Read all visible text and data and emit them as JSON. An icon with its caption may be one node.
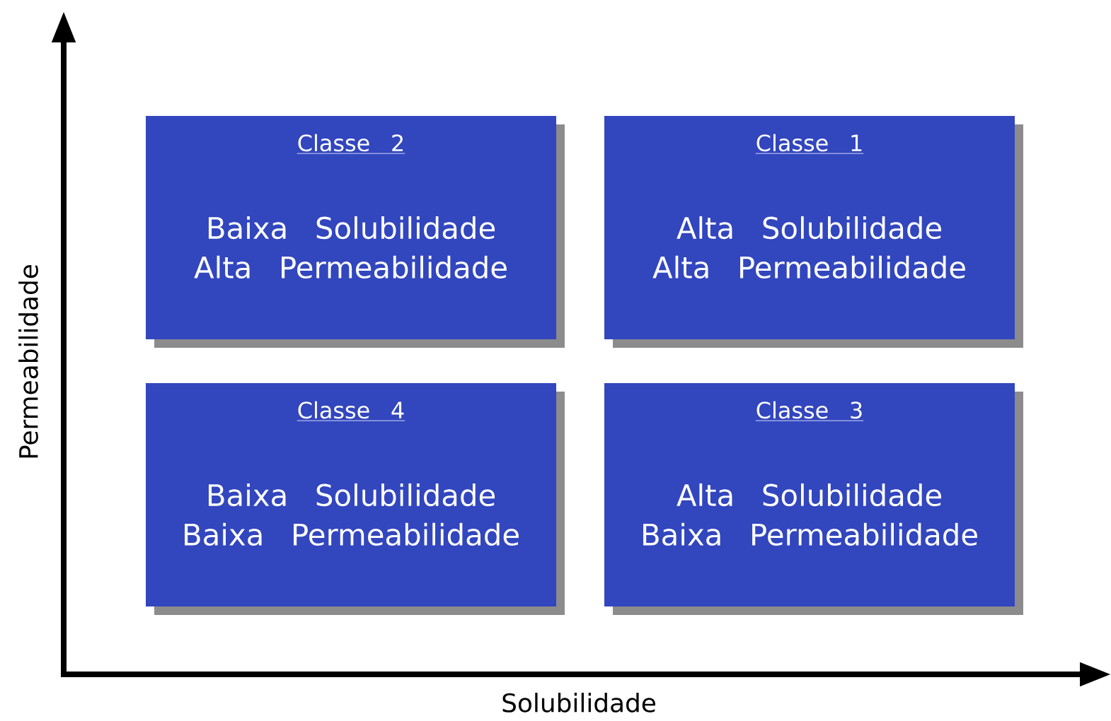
{
  "diagram": {
    "nodes": [
      {
        "text": [
          "Classe 2",
          "Baixa Solubilidade Alta Permeabilidade"
        ]
      },
      {
        "text": [
          "Classe 1",
          "Alta Solubilidade Alta Permeabilidade"
        ]
      },
      {
        "text": [
          "Classe 4",
          "Baixa Solubilidade Baixa Permeabilidade"
        ]
      },
      {
        "text": [
          "Classe 3",
          "Alta Solubilidade Baixa Permeabilidade"
        ]
      }
    ],
    "labels": [
      "Permeabilidade",
      "Solubilidade"
    ]
  }
}
